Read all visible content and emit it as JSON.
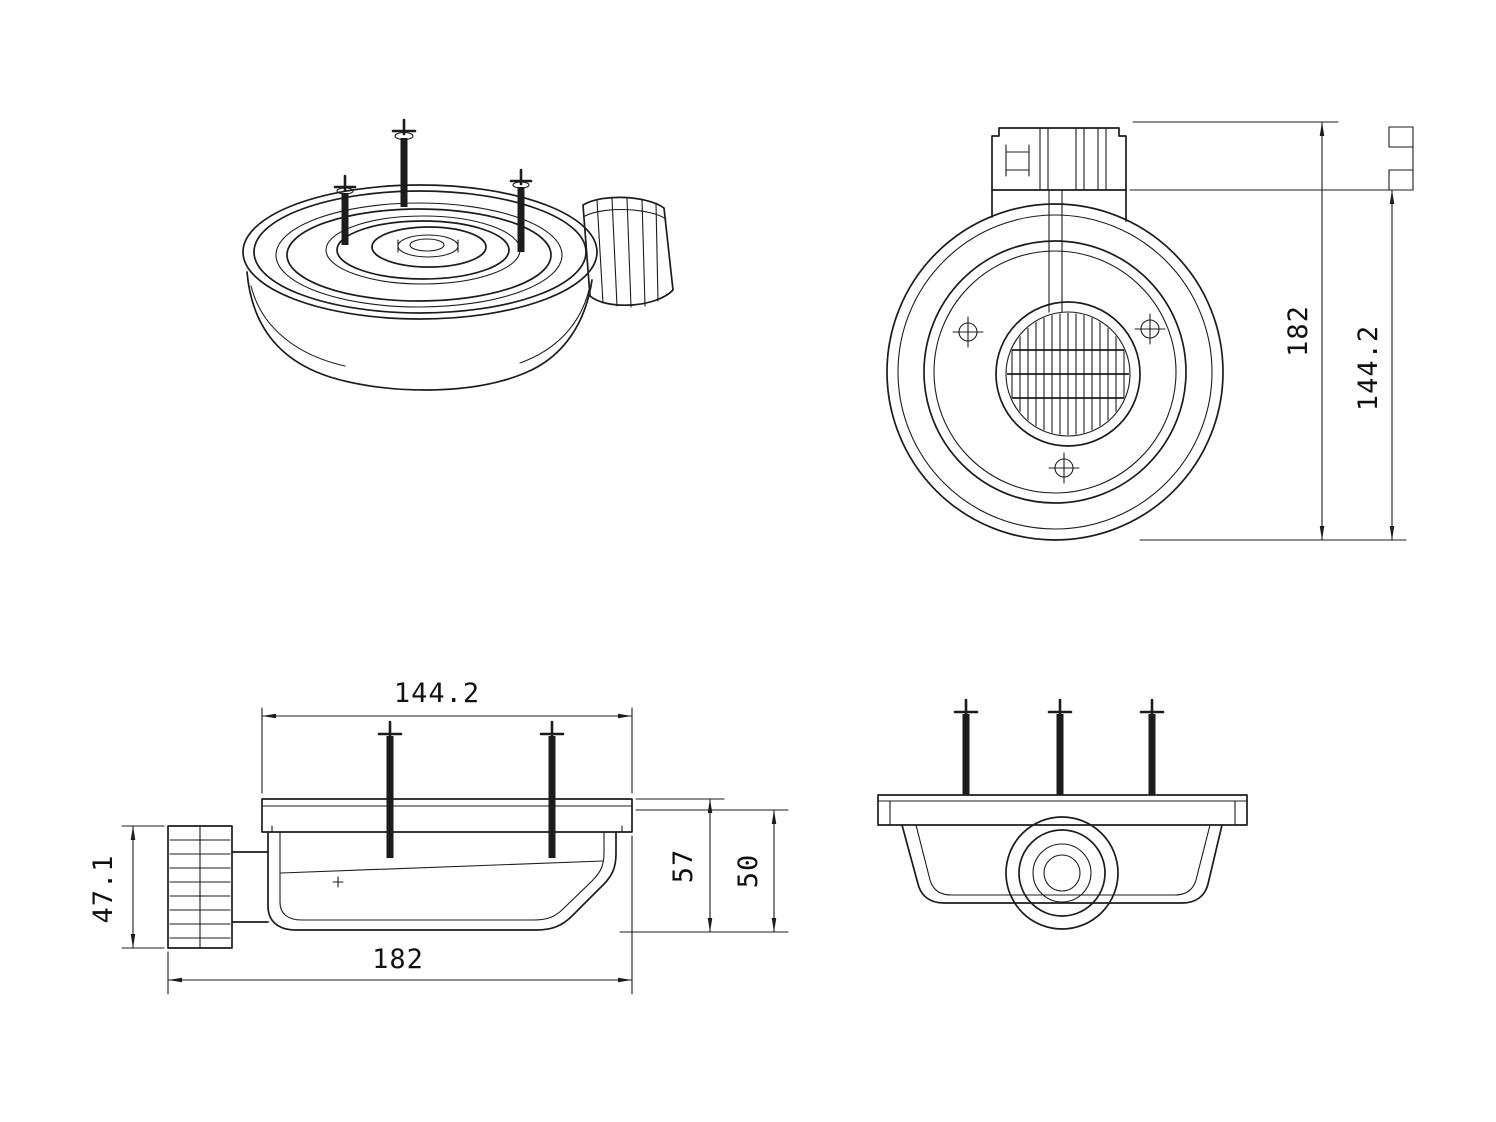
{
  "drawing": {
    "background": "#ffffff",
    "line_color": "#1c1c1c",
    "plan_view": {
      "overall_height": "182",
      "flange_height": "144.2"
    },
    "side_view": {
      "flange_width": "144.2",
      "nut_height": "47.1",
      "total_height": "57",
      "body_height": "50",
      "overall_width": "182"
    }
  }
}
